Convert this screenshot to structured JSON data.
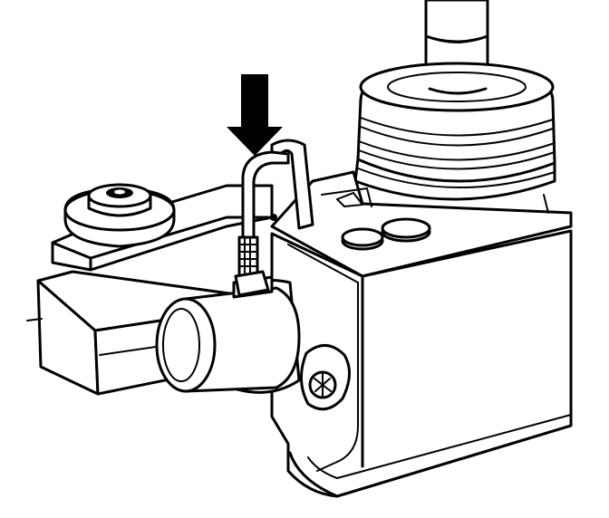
{
  "figure": {
    "components": [
      "mounting-bracket",
      "round-nut",
      "cylindrical-sensor",
      "u-shaped-wire-clip",
      "pointer-arrow",
      "rubber-boot",
      "shaft",
      "housing-body",
      "housing-screw"
    ],
    "colors": {
      "ink": "#000000",
      "paper": "#ffffff"
    }
  }
}
